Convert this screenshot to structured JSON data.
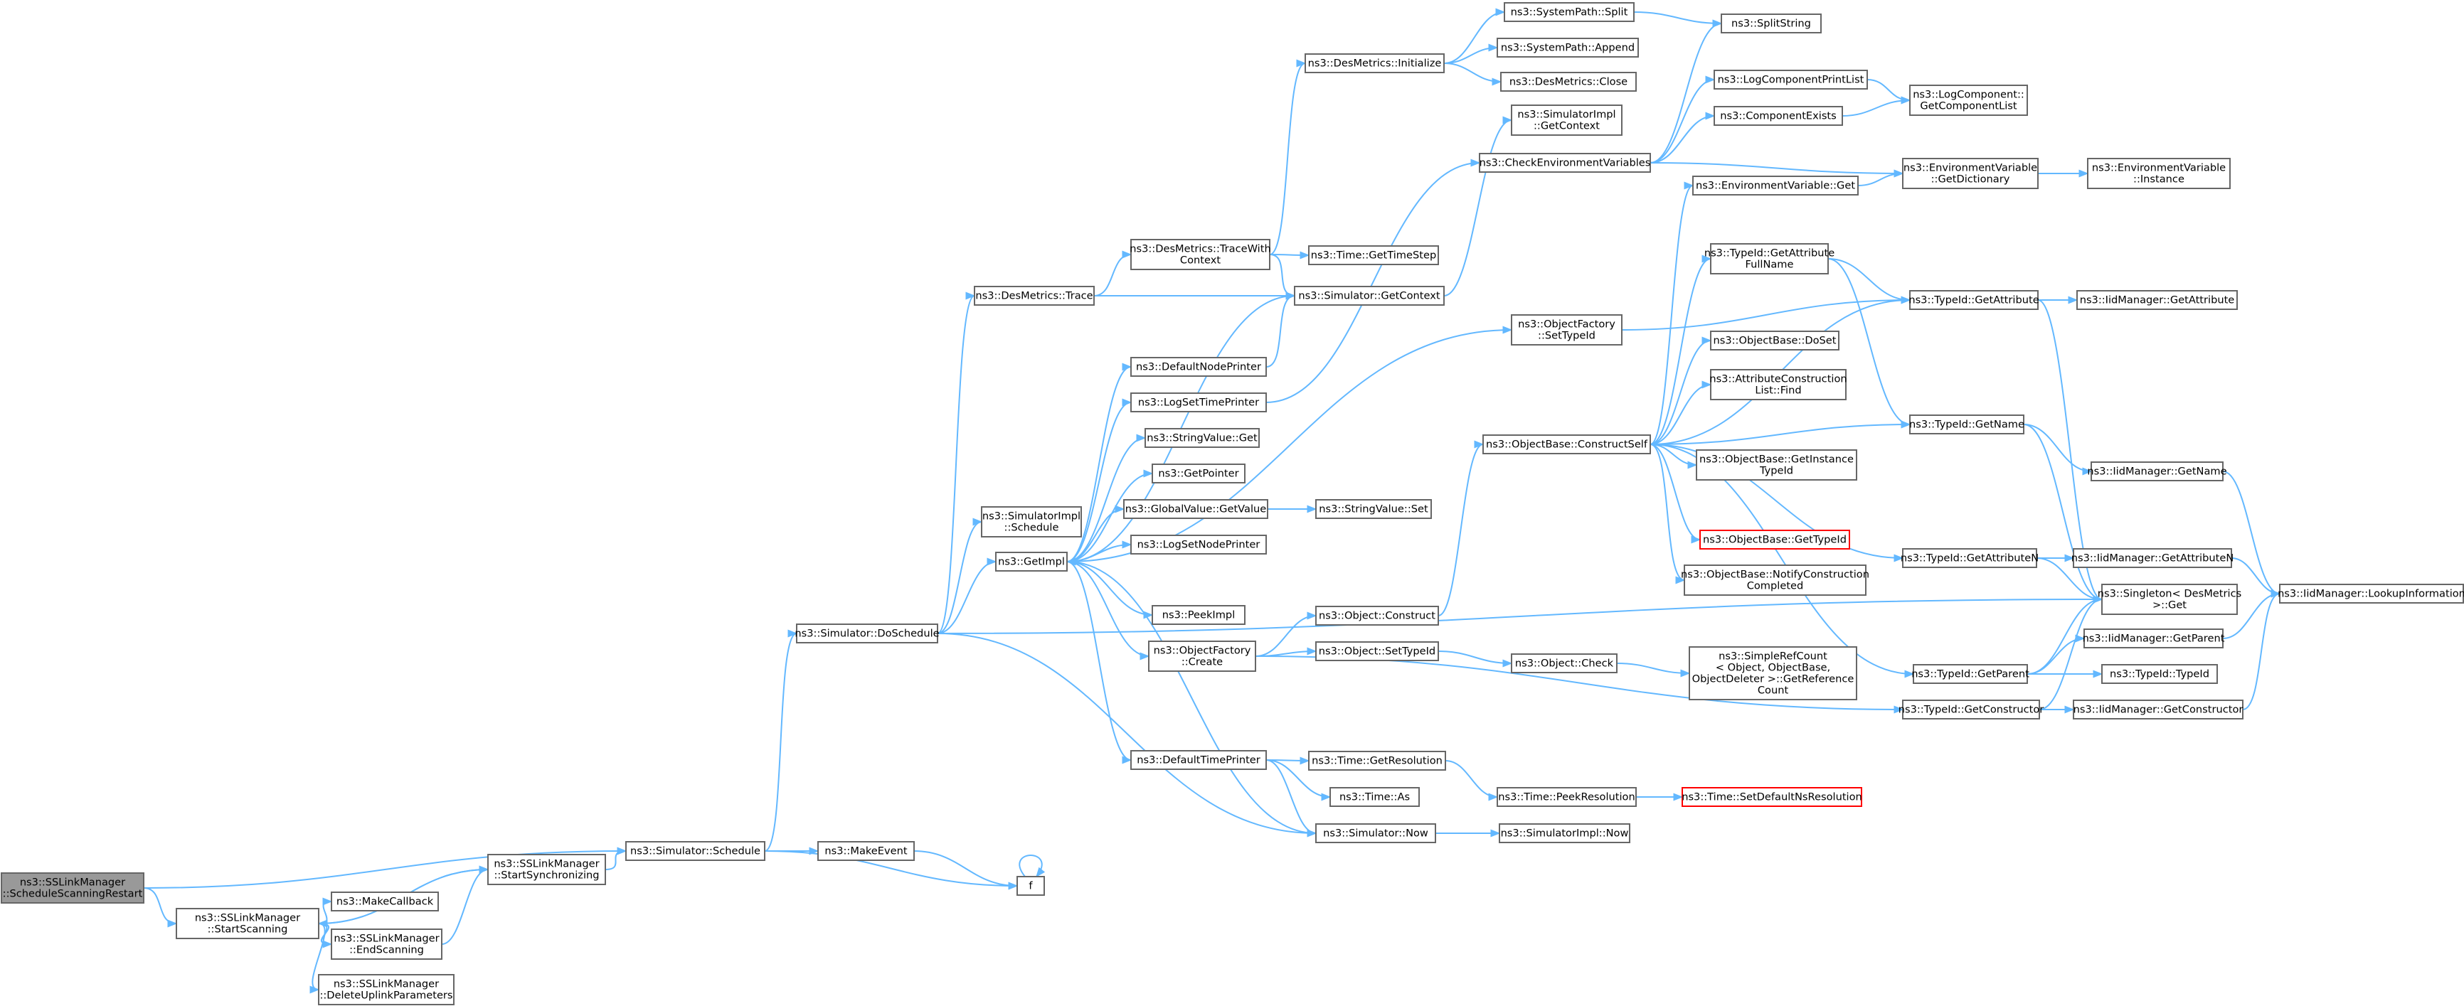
{
  "graph": {
    "colors": {
      "edge": "#63b8ff",
      "node_border": "#666666",
      "root_fill": "#999999",
      "missing_border": "#ff0000"
    },
    "nodes": [
      {
        "id": "root",
        "lines": [
          "ns3::SSLinkManager",
          "::ScheduleScanningRestart"
        ]
      },
      {
        "id": "startScanning",
        "lines": [
          "ns3::SSLinkManager",
          "::StartScanning"
        ]
      },
      {
        "id": "makeCallback",
        "lines": [
          "ns3::MakeCallback"
        ]
      },
      {
        "id": "endScanning",
        "lines": [
          "ns3::SSLinkManager",
          "::EndScanning"
        ]
      },
      {
        "id": "deleteUplink",
        "lines": [
          "ns3::SSLinkManager",
          "::DeleteUplinkParameters"
        ]
      },
      {
        "id": "startSync",
        "lines": [
          "ns3::SSLinkManager",
          "::StartSynchronizing"
        ]
      },
      {
        "id": "schedule",
        "lines": [
          "ns3::Simulator::Schedule"
        ]
      },
      {
        "id": "makeEvent",
        "lines": [
          "ns3::MakeEvent"
        ]
      },
      {
        "id": "f",
        "lines": [
          "f"
        ]
      },
      {
        "id": "doSchedule",
        "lines": [
          "ns3::Simulator::DoSchedule"
        ]
      },
      {
        "id": "desTrace",
        "lines": [
          "ns3::DesMetrics::Trace"
        ]
      },
      {
        "id": "simImplSchedule",
        "lines": [
          "ns3::SimulatorImpl",
          "::Schedule"
        ]
      },
      {
        "id": "getImpl",
        "lines": [
          "ns3::GetImpl"
        ]
      },
      {
        "id": "traceWithContext",
        "lines": [
          "ns3::DesMetrics::TraceWith",
          "Context"
        ]
      },
      {
        "id": "defaultNodePrinter",
        "lines": [
          "ns3::DefaultNodePrinter"
        ]
      },
      {
        "id": "logSetTimePrinter",
        "lines": [
          "ns3::LogSetTimePrinter"
        ]
      },
      {
        "id": "stringValueGet",
        "lines": [
          "ns3::StringValue::Get"
        ]
      },
      {
        "id": "getPointer",
        "lines": [
          "ns3::GetPointer"
        ]
      },
      {
        "id": "globalValueGetValue",
        "lines": [
          "ns3::GlobalValue::GetValue"
        ]
      },
      {
        "id": "logSetNodePrinter",
        "lines": [
          "ns3::LogSetNodePrinter"
        ]
      },
      {
        "id": "peekImpl",
        "lines": [
          "ns3::PeekImpl"
        ]
      },
      {
        "id": "objectFactoryCreate",
        "lines": [
          "ns3::ObjectFactory",
          "::Create"
        ]
      },
      {
        "id": "defaultTimePrinter",
        "lines": [
          "ns3::DefaultTimePrinter"
        ]
      },
      {
        "id": "desInitialize",
        "lines": [
          "ns3::DesMetrics::Initialize"
        ]
      },
      {
        "id": "timeGetTimeStep",
        "lines": [
          "ns3::Time::GetTimeStep"
        ]
      },
      {
        "id": "simGetContext",
        "lines": [
          "ns3::Simulator::GetContext"
        ]
      },
      {
        "id": "stringValueSet",
        "lines": [
          "ns3::StringValue::Set"
        ]
      },
      {
        "id": "objectConstruct",
        "lines": [
          "ns3::Object::Construct"
        ]
      },
      {
        "id": "objectSetTypeId",
        "lines": [
          "ns3::Object::SetTypeId"
        ]
      },
      {
        "id": "timeGetResolution",
        "lines": [
          "ns3::Time::GetResolution"
        ]
      },
      {
        "id": "timeAs",
        "lines": [
          "ns3::Time::As"
        ]
      },
      {
        "id": "simNow",
        "lines": [
          "ns3::Simulator::Now"
        ]
      },
      {
        "id": "sysPathSplit",
        "lines": [
          "ns3::SystemPath::Split"
        ]
      },
      {
        "id": "sysPathAppend",
        "lines": [
          "ns3::SystemPath::Append"
        ]
      },
      {
        "id": "desClose",
        "lines": [
          "ns3::DesMetrics::Close"
        ]
      },
      {
        "id": "simImplGetContext",
        "lines": [
          "ns3::SimulatorImpl",
          "::GetContext"
        ]
      },
      {
        "id": "checkEnvVars",
        "lines": [
          "ns3::CheckEnvironmentVariables"
        ]
      },
      {
        "id": "ofSetTypeId",
        "lines": [
          "ns3::ObjectFactory",
          "::SetTypeId"
        ]
      },
      {
        "id": "constructSelf",
        "lines": [
          "ns3::ObjectBase::ConstructSelf"
        ]
      },
      {
        "id": "objectCheck",
        "lines": [
          "ns3::Object::Check"
        ]
      },
      {
        "id": "timePeekResolution",
        "lines": [
          "ns3::Time::PeekResolution"
        ]
      },
      {
        "id": "simImplNow",
        "lines": [
          "ns3::SimulatorImpl::Now"
        ]
      },
      {
        "id": "splitString",
        "lines": [
          "ns3::SplitString"
        ]
      },
      {
        "id": "logComponentPrintList",
        "lines": [
          "ns3::LogComponentPrintList"
        ]
      },
      {
        "id": "componentExists",
        "lines": [
          "ns3::ComponentExists"
        ]
      },
      {
        "id": "envVarGet",
        "lines": [
          "ns3::EnvironmentVariable::Get"
        ]
      },
      {
        "id": "typeIdGetAttrFullName",
        "lines": [
          "ns3::TypeId::GetAttribute",
          "FullName"
        ]
      },
      {
        "id": "objectBaseDoSet",
        "lines": [
          "ns3::ObjectBase::DoSet"
        ]
      },
      {
        "id": "attrConstructionListFind",
        "lines": [
          "ns3::AttributeConstruction",
          "List::Find"
        ]
      },
      {
        "id": "objectBaseGetInstanceTypeId",
        "lines": [
          "ns3::ObjectBase::GetInstance",
          "TypeId"
        ]
      },
      {
        "id": "objectBaseGetTypeId",
        "lines": [
          "ns3::ObjectBase::GetTypeId"
        ]
      },
      {
        "id": "objectBaseNotify",
        "lines": [
          "ns3::ObjectBase::NotifyConstruction",
          "Completed"
        ]
      },
      {
        "id": "simpleRefCount",
        "lines": [
          "ns3::SimpleRefCount",
          "< Object, ObjectBase,",
          "ObjectDeleter >::GetReference",
          "Count"
        ]
      },
      {
        "id": "setDefaultNsResolution",
        "lines": [
          "ns3::Time::SetDefaultNsResolution"
        ]
      },
      {
        "id": "logComponentGetList",
        "lines": [
          "ns3::LogComponent::",
          "GetComponentList"
        ]
      },
      {
        "id": "envVarGetDictionary",
        "lines": [
          "ns3::EnvironmentVariable",
          "::GetDictionary"
        ]
      },
      {
        "id": "typeIdGetAttribute",
        "lines": [
          "ns3::TypeId::GetAttribute"
        ]
      },
      {
        "id": "typeIdGetName",
        "lines": [
          "ns3::TypeId::GetName"
        ]
      },
      {
        "id": "typeIdGetAttributeN",
        "lines": [
          "ns3::TypeId::GetAttributeN"
        ]
      },
      {
        "id": "typeIdGetParent",
        "lines": [
          "ns3::TypeId::GetParent"
        ]
      },
      {
        "id": "typeIdGetConstructor",
        "lines": [
          "ns3::TypeId::GetConstructor"
        ]
      },
      {
        "id": "envVarInstance",
        "lines": [
          "ns3::EnvironmentVariable",
          "::Instance"
        ]
      },
      {
        "id": "iidGetAttribute",
        "lines": [
          "ns3::IidManager::GetAttribute"
        ]
      },
      {
        "id": "iidGetName",
        "lines": [
          "ns3::IidManager::GetName"
        ]
      },
      {
        "id": "iidGetAttributeN",
        "lines": [
          "ns3::IidManager::GetAttributeN"
        ]
      },
      {
        "id": "singletonGet",
        "lines": [
          "ns3::Singleton< DesMetrics",
          ">::Get"
        ]
      },
      {
        "id": "iidGetParent",
        "lines": [
          "ns3::IidManager::GetParent"
        ]
      },
      {
        "id": "typeIdTypeId",
        "lines": [
          "ns3::TypeId::TypeId"
        ]
      },
      {
        "id": "iidGetConstructor",
        "lines": [
          "ns3::IidManager::GetConstructor"
        ]
      },
      {
        "id": "iidLookupInformation",
        "lines": [
          "ns3::IidManager::LookupInformation"
        ]
      }
    ]
  }
}
